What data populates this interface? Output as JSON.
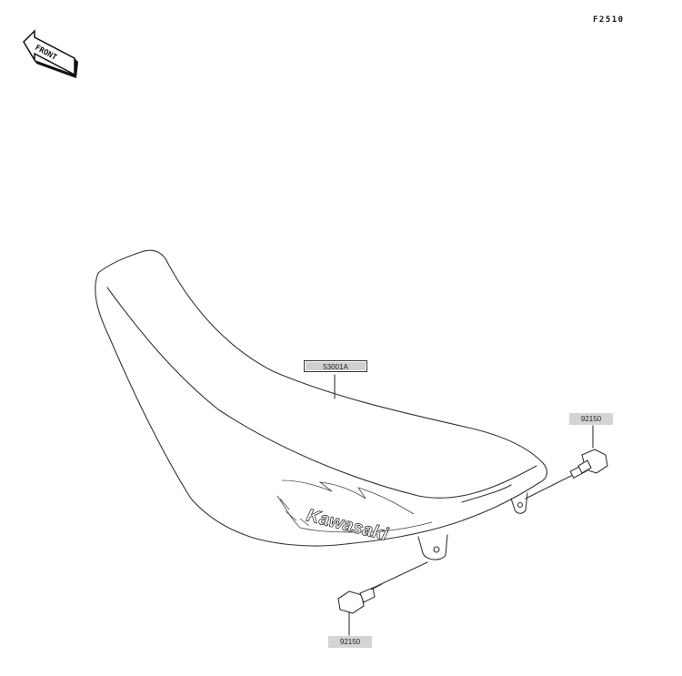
{
  "diagram": {
    "code": "F2510",
    "front_marker": "FRONT",
    "brand_logo": "Kawasaki",
    "parts": [
      {
        "number": "53001A",
        "name": "seat-assembly"
      },
      {
        "number": "92150",
        "name": "bolt-right"
      },
      {
        "number": "92150",
        "name": "bolt-left"
      }
    ]
  },
  "colors": {
    "line": "#333333",
    "label_fill": "#d4d4d4"
  }
}
